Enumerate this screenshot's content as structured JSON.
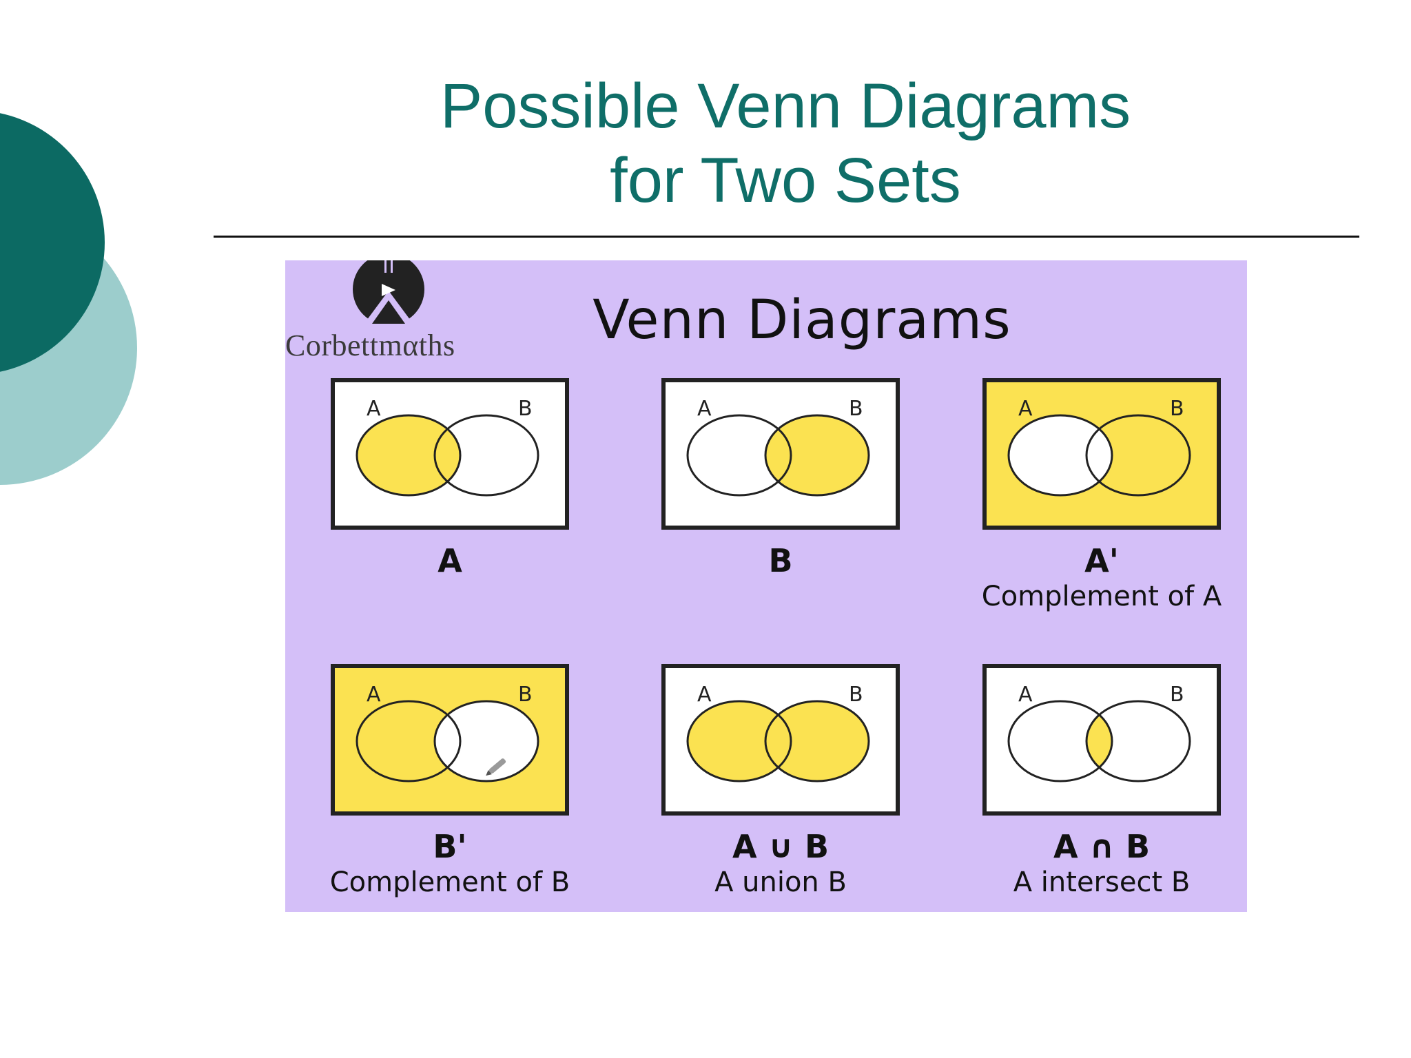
{
  "slide": {
    "title_line1": "Possible Venn Diagrams",
    "title_line2": "for Two Sets",
    "colors": {
      "title": "#0f6e68",
      "decor_dark": "#0c6a63",
      "decor_light": "#9ccdcc"
    }
  },
  "figure": {
    "logo_text": "Corbettmαths",
    "title": "Venn Diagrams",
    "colors": {
      "background": "#d4bff8",
      "shade": "#fbe251",
      "outline": "#222222"
    },
    "panels": [
      {
        "label_a": "A",
        "label_b": "B",
        "caption": "A",
        "subcaption": "",
        "shaded": "a"
      },
      {
        "label_a": "A",
        "label_b": "B",
        "caption": "B",
        "subcaption": "",
        "shaded": "b"
      },
      {
        "label_a": "A",
        "label_b": "B",
        "caption": "A'",
        "subcaption": "Complement of A",
        "shaded": "not-a"
      },
      {
        "label_a": "A",
        "label_b": "B",
        "caption": "B'",
        "subcaption": "Complement of B",
        "shaded": "not-b"
      },
      {
        "label_a": "A",
        "label_b": "B",
        "caption": "A ∪ B",
        "subcaption": "A union B",
        "shaded": "union"
      },
      {
        "label_a": "A",
        "label_b": "B",
        "caption": "A ∩ B",
        "subcaption": "A intersect B",
        "shaded": "intersection"
      }
    ]
  }
}
